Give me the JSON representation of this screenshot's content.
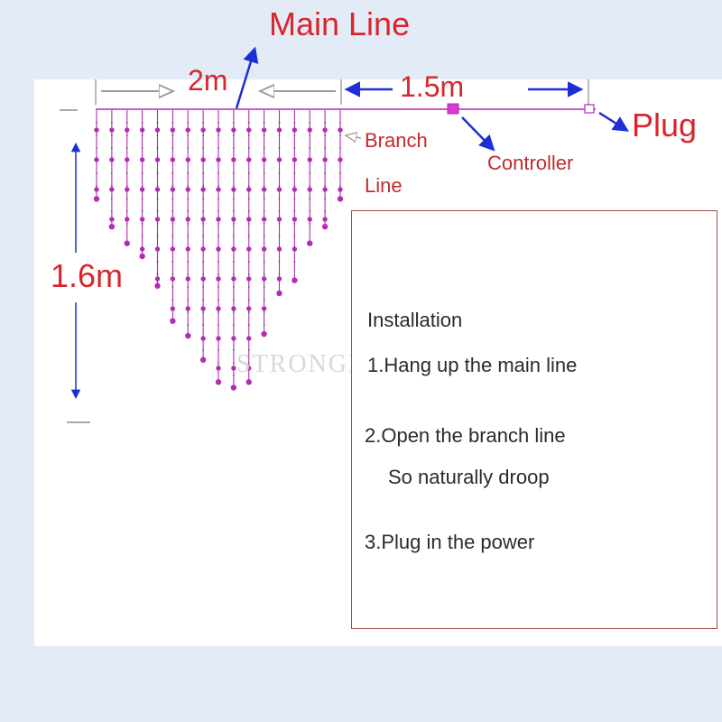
{
  "labels": {
    "main_line": "Main Line",
    "width": "2m",
    "lead": "1.5m",
    "plug": "Plug",
    "branch": "Branch",
    "line": "Line",
    "controller": "Controller",
    "height": "1.6m"
  },
  "installation": {
    "title": "Installation",
    "step1": "1.Hang up the main line",
    "step2a": "2.Open the branch line",
    "step2b": "So naturally droop",
    "step3": "3.Plug in the power"
  },
  "watermark": "STRONGER",
  "colors": {
    "accent_red": "#d8262c",
    "arrow_blue": "#1c2fd6",
    "led_magenta": "#b42bb4"
  },
  "branch_drop_lengths_m": [
    0.48,
    0.63,
    0.72,
    0.79,
    0.95,
    1.14,
    1.22,
    1.35,
    1.47,
    1.5,
    1.47,
    1.21,
    0.99,
    0.92,
    0.72,
    0.63,
    0.48
  ]
}
